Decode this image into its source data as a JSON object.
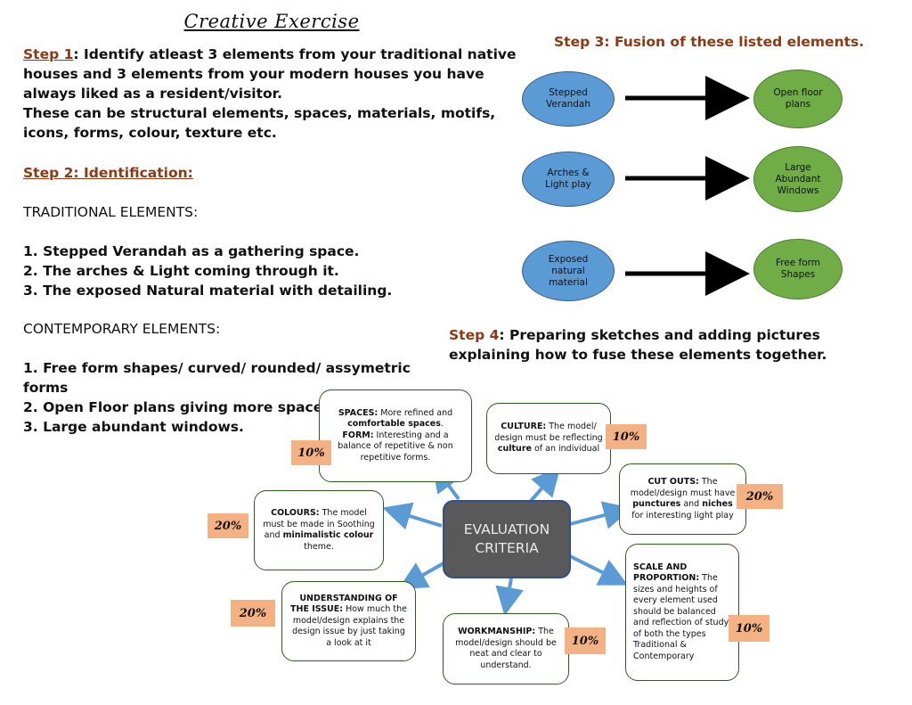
{
  "title": "Creative Exercise",
  "step1": {
    "label": "Step 1",
    "text": ": Identify atleast 3 elements from your traditional native houses and 3 elements from your modern houses you have always liked as a resident/visitor.",
    "text2": "These can be structural elements, spaces, materials, motifs, icons, forms, colour, texture etc."
  },
  "step2": {
    "label": "Step 2: Identification:"
  },
  "traditional": {
    "heading": "TRADITIONAL ELEMENTS:",
    "items": [
      "1.    Stepped Verandah as a gathering space.",
      "2. The arches & Light coming through it.",
      "3. The exposed Natural material with detailing."
    ]
  },
  "contemporary": {
    "heading": "CONTEMPORARY ELEMENTS:",
    "items": [
      "1.    Free form shapes/ curved/ rounded/ assymetric forms",
      "2. Open Floor plans giving more spaces",
      "3. Large abundant windows."
    ]
  },
  "step3": {
    "label": "Step 3: Fusion of these listed elements.",
    "pairs": [
      {
        "from": "Stepped Verandah",
        "to": "Open floor plans"
      },
      {
        "from": "Arches & Light play",
        "to": "Large Abundant Windows"
      },
      {
        "from": "Exposed natural material",
        "to": "Free form Shapes"
      }
    ]
  },
  "step4": {
    "label": "Step 4",
    "text": ": Preparing sketches and adding pictures explaining how to fuse these elements together."
  },
  "evaluation": {
    "center": [
      "EVALUATION",
      "CRITERIA"
    ],
    "colors": {
      "arrow": "#5b9bd5",
      "badge": "#f4b183",
      "box_border": "#2e5e1e",
      "center_fill": "#595959"
    },
    "criteria": {
      "spaces": {
        "h1": "SPACES:",
        "t1": " More refined and ",
        "b1": "comfortable spaces",
        "t2": ".",
        "h2": "FORM:",
        "t3": " Interesting and a balance of repetitive & non repetitive forms.",
        "pct": "10%"
      },
      "culture": {
        "h": "CULTURE:",
        "t1": " The model/ design must be reflecting ",
        "b": "culture",
        "t2": " of an individual",
        "pct": "10%"
      },
      "cutouts": {
        "h": "CUT OUTS:",
        "t1": " The model/design must have ",
        "b1": "punctures",
        "t2": " and ",
        "b2": "niches",
        "t3": " for interesting light play",
        "pct": "20%"
      },
      "colours": {
        "h": "COLOURS:",
        "t1": " The model must be made in Soothing and ",
        "b": "minimalistic colour",
        "t2": " theme.",
        "pct": "20%"
      },
      "understanding": {
        "h": "UNDERSTANDING OF THE ISSUE:",
        "t": " How much the model/design explains the design issue by just taking a look at it",
        "pct": "20%"
      },
      "workmanship": {
        "h": "WORKMANSHIP:",
        "t": " The model/design should be neat and clear to understand.",
        "pct": "10%"
      },
      "scale": {
        "h": "SCALE AND PROPORTION:",
        "t": " The sizes and heights of every element used should be balanced and reflection of study of both the types Traditional & Contemporary",
        "pct": "10%"
      }
    }
  }
}
